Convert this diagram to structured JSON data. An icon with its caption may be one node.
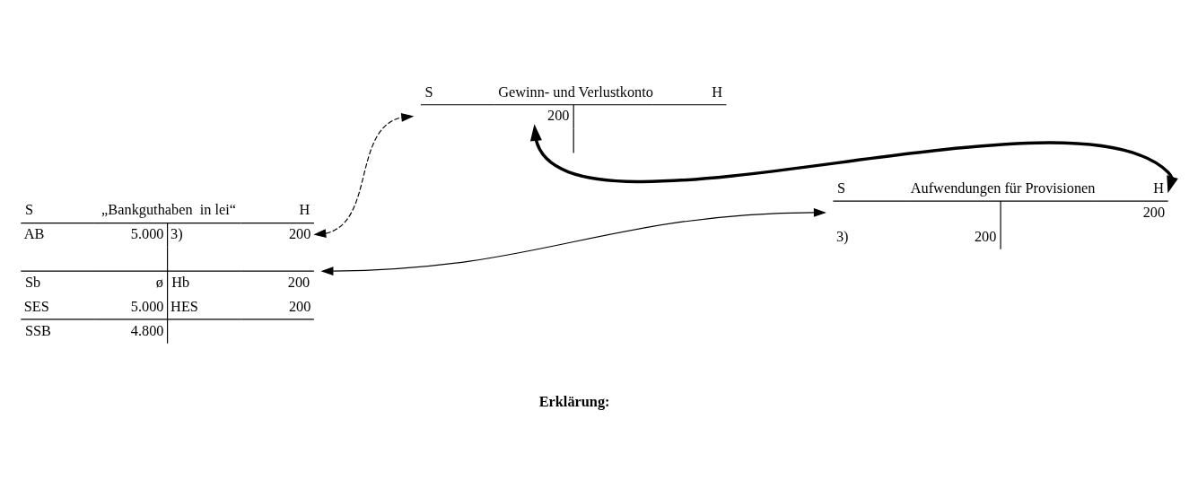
{
  "diagram": {
    "nodes": [
      {
        "text": [
          "S",
          "„Bankguthaben  in lei“",
          "H",
          "AB",
          "5.000",
          "3)",
          "200",
          "Sb",
          "ø",
          "Hb",
          "200",
          "SES",
          "5.000",
          "HES",
          "200",
          "SSB",
          "4.800"
        ]
      },
      {
        "text": [
          "S",
          "Gewinn- und Verlustkonto",
          "H",
          "200"
        ]
      },
      {
        "text": [
          "S",
          "Aufwendungen für Provisionen",
          "H",
          "200",
          "3)",
          "200"
        ]
      }
    ],
    "edges": [
      {
        "from": 0,
        "to": 1,
        "arrow": "both",
        "style": "dashed"
      },
      {
        "from": 0,
        "to": 2,
        "arrow": "both"
      },
      {
        "from": 1,
        "to": 2,
        "arrow": "both",
        "style": "thick"
      }
    ],
    "labels": [
      "Erklärung:"
    ]
  }
}
